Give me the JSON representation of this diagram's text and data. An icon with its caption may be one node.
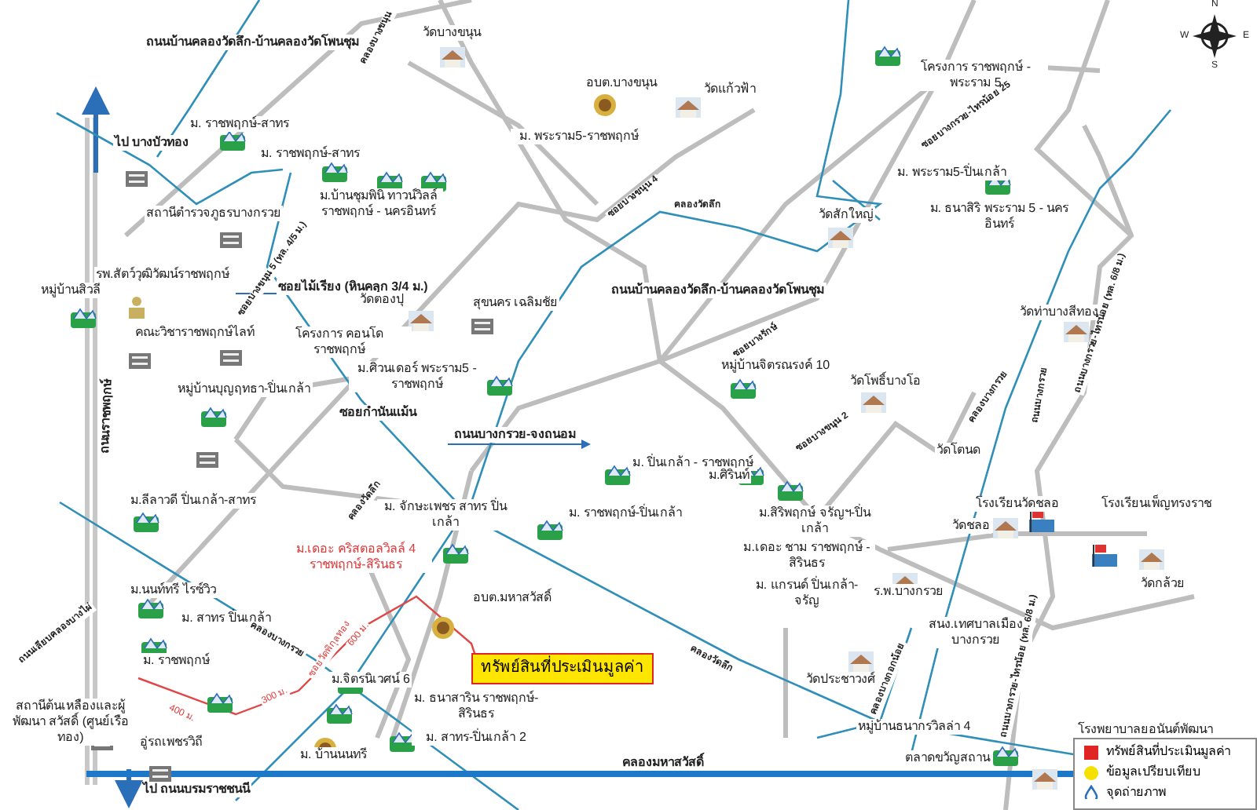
{
  "diagram": {
    "nodes": [
      {
        "text": [
          "ทรัพย์สินที่ประเมินมูลค่า"
        ]
      }
    ],
    "labels": [
      "ถนนบ้านคลองวัดลึก-บ้านคลองวัดโพนชุม",
      "วัดบางขนุน",
      "คลองบางขนุน",
      "อบต.บางขนุน",
      "วัดแก้วฟ้า",
      "โครงการ ราชพฤกษ์ - พระราม 5",
      "ไป บางบัวทอง",
      "ม. ราชพฤกษ์-สาทร",
      "ม. ราชพฤกษ์-สาทร",
      "ม. พระราม5-ราชพฤกษ์",
      "ม.บ้านชุมพินิ ทาวน์วิลล์ ราชพฤกษ์ - นครอินทร์",
      "ซอยบางขนุน 4",
      "คลองวัดลึก",
      "ซอยบางกรวย-ไทรน้อย 25",
      "ม. พระราม5-ปิ่นเกล้า",
      "ม. ธนาสิริ พระราม 5 - นครอินทร์",
      "สถานีตำรวจภูธรบางกรวย",
      "วัดสักใหญ่",
      "ซอยบางขนุน 5 (ทล. 4/5 ม.)",
      "ซอยไม้เรียง (หินคลุก 3/4 ม.)",
      "รพ.สัตว์วุฒิวัฒน์ราชพฤกษ์",
      "หมู่บ้านสิวลี",
      "ถนนบ้านคลองวัดลึก-บ้านคลองวัดโพนชุม",
      "วัดตองปุ",
      "สุขนคร เฉลิมชัย",
      "ซอยบางรักษ์",
      "คณะวิชาราชพฤกษ์ไลท์",
      "โครงการ คอนโด ราชพฤกษ์",
      "ม.ศิวนเดอร์ พระราม5 - ราชพฤกษ์",
      "หมู่บ้านจิตรณรงค์ 10",
      "วัดโพธิ์บางโอ",
      "วัดท่าบางสีทอง",
      "ถนนบางกรวย-ไทรน้อย (ทล. 6/8 ม.)",
      "หมู่บ้านบุญฤทธา-ปิ่นเกล้า",
      "ซอยกำนันแม้น",
      "ถนนบางกรวย-จงถนอม",
      "ถนนราชพฤกษ์",
      "ม. ปิ่นเกล้า - ราชพฤกษ์",
      "ม.ศิรินท์",
      "ซอยบางขนุน 2",
      "คลองบางกรวย",
      "ถนนบางกรวย",
      "วัดโตนด",
      "ม.ลีลาวดี ปิ่นเกล้า-สาทร",
      "คลองวัดลึก",
      "ม. จักษะเพชร สาทร ปิ่นเกล้า",
      "ม. ราชพฤกษ์-ปิ่นเกล้า",
      "ม.สิริพฤกษ์ จรัญฯ-ปิ่นเกล้า",
      "ม.เดอะ คริสตอลวิลล์ 4 ราชพฤกษ์-สิรินธร",
      "โรงเรียนวัดชลอ",
      "วัดชลอ",
      "โรงเรียนเพ็ญทรงราช",
      "ม.เดอะ ชาม ราชพฤกษ์ - สิรินธร",
      "ม.นนท์ทรี ไรซ์วิว",
      "อบต.มหาสวัสดิ์",
      "ม. แกรนด์ ปิ่นเกล้า-จรัญ",
      "วัดกล้วย",
      "ร.พ.บางกรวย",
      "ม. สาทร ปิ่นเกล้า",
      "ถนนเลียบคลองบางไผ่",
      "คลองบางกรวย",
      "สนง.เทศบาลเมือง บางกรวย",
      "ซอยวัดพิกุลทอง",
      "ม. ราชพฤกษ์",
      "วัดประชาวงศ์",
      "คลองวัดลึก",
      "คลองบางกอกน้อย",
      "ถนนบางกรวย-ไทรน้อย (ทล. 6/8 ม.)",
      "ม.จิตรนิเวศน์ 6",
      "ม. ธนาสาริน ราชพฤกษ์-สิรินธร",
      "400 ม.",
      "300 ม.",
      "600 ม.",
      "สถานีต้นเหลืองและผู้พัฒนา สวัสดิ์ (ศูนย์เรือทอง)",
      "อู่รถเพชรวิถี",
      "ม. สาทร-ปิ่นเกล้า 2",
      "ม. บ้านนนทรี",
      "หมู่บ้านธนากรวิลล่า 4",
      "โรงพยาบาลยอนันต์พัฒนา",
      "คลองมหาสวัสดิ์",
      "ตลาดขวัญสถาน",
      "ไป ถนนบรมราชชนนี",
      "N",
      "W",
      "E",
      "S"
    ],
    "legend": [
      {
        "text": "ทรัพย์สินที่ประเมินมูลค่า",
        "color": "#e02424"
      },
      {
        "text": "ข้อมูลเปรียบเทียบ",
        "color": "#f5e000"
      },
      {
        "text": "จุดถ่ายภาพ"
      }
    ]
  }
}
